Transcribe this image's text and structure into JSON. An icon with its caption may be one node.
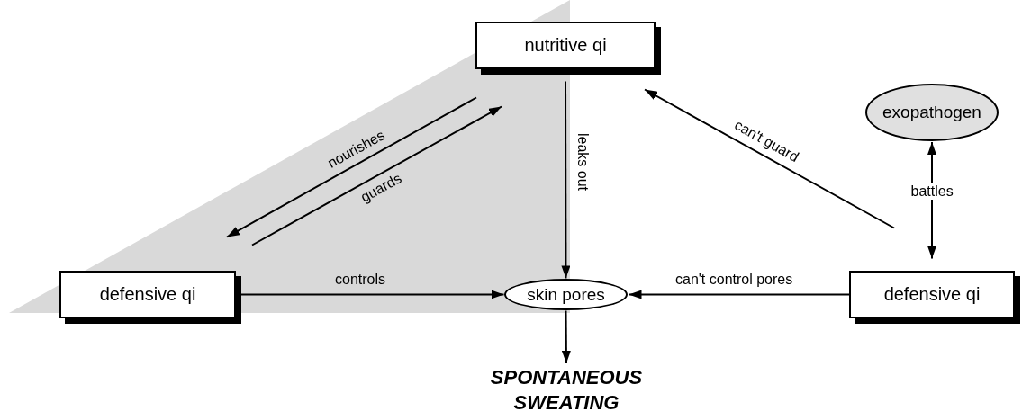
{
  "diagram": {
    "nodes": [
      {
        "text": [
          "nutritive qi"
        ]
      },
      {
        "text": [
          "exopathogen"
        ]
      },
      {
        "text": [
          "defensive qi"
        ]
      },
      {
        "text": [
          "skin pores"
        ]
      },
      {
        "text": [
          "defensive qi"
        ]
      },
      {
        "text": [
          "SPONTANEOUS SWEATING"
        ]
      }
    ],
    "edges": [
      {
        "from": 0,
        "to": 2,
        "label": "nourishes",
        "arrow": "to"
      },
      {
        "from": 2,
        "to": 0,
        "label": "guards",
        "arrow": "to"
      },
      {
        "from": 0,
        "to": 3,
        "label": "leaks out",
        "arrow": "to"
      },
      {
        "from": 4,
        "to": 0,
        "label": "can't guard",
        "arrow": "to"
      },
      {
        "from": 4,
        "to": 1,
        "label": "battles",
        "arrow": "both"
      },
      {
        "from": 2,
        "to": 3,
        "label": "controls",
        "arrow": "to"
      },
      {
        "from": 4,
        "to": 3,
        "label": "can't control pores",
        "arrow": "to"
      },
      {
        "from": 3,
        "to": 5,
        "arrow": "to"
      }
    ]
  }
}
